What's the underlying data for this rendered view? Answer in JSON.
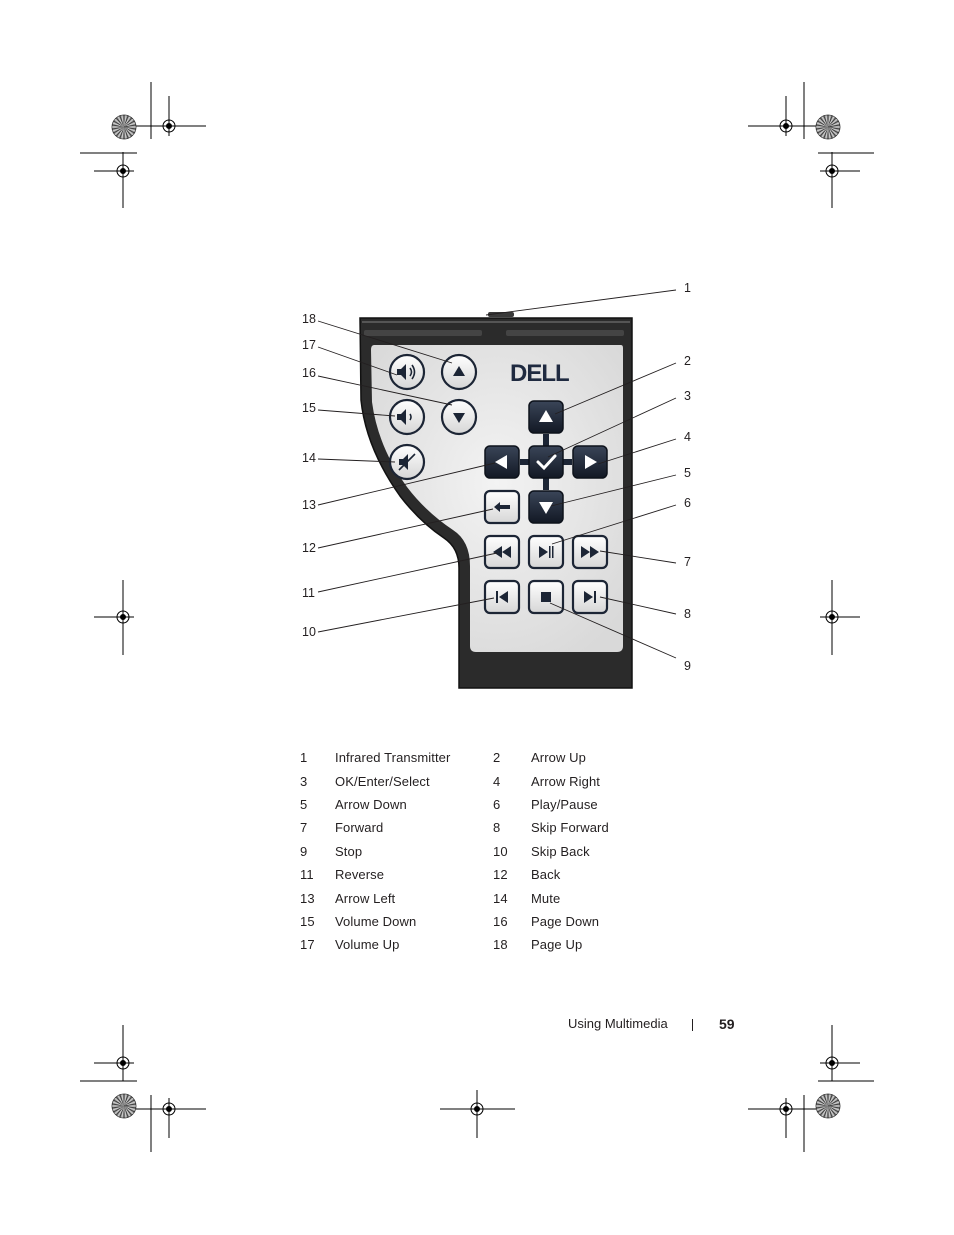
{
  "figure": {
    "brand_logo": "DELL",
    "callouts": [
      "1",
      "2",
      "3",
      "4",
      "5",
      "6",
      "7",
      "8",
      "9",
      "10",
      "11",
      "12",
      "13",
      "14",
      "15",
      "16",
      "17",
      "18"
    ]
  },
  "legend": [
    {
      "n1": "1",
      "l1": "Infrared Transmitter",
      "n2": "2",
      "l2": "Arrow Up"
    },
    {
      "n1": "3",
      "l1": "OK/Enter/Select",
      "n2": "4",
      "l2": "Arrow Right"
    },
    {
      "n1": "5",
      "l1": "Arrow Down",
      "n2": "6",
      "l2": "Play/Pause"
    },
    {
      "n1": "7",
      "l1": "Forward",
      "n2": "8",
      "l2": "Skip Forward"
    },
    {
      "n1": "9",
      "l1": "Stop",
      "n2": "10",
      "l2": "Skip Back"
    },
    {
      "n1": "11",
      "l1": "Reverse",
      "n2": "12",
      "l2": "Back"
    },
    {
      "n1": "13",
      "l1": "Arrow Left",
      "n2": "14",
      "l2": "Mute"
    },
    {
      "n1": "15",
      "l1": "Volume Down",
      "n2": "16",
      "l2": "Page Down"
    },
    {
      "n1": "17",
      "l1": "Volume Up",
      "n2": "18",
      "l2": "Page Up"
    }
  ],
  "footer": {
    "section": "Using Multimedia",
    "page": "59"
  },
  "colors": {
    "text": "#231f20",
    "remote_body": "#2b2b2b",
    "remote_face": "#e6e6e6",
    "button_navy": "#1c2535"
  }
}
